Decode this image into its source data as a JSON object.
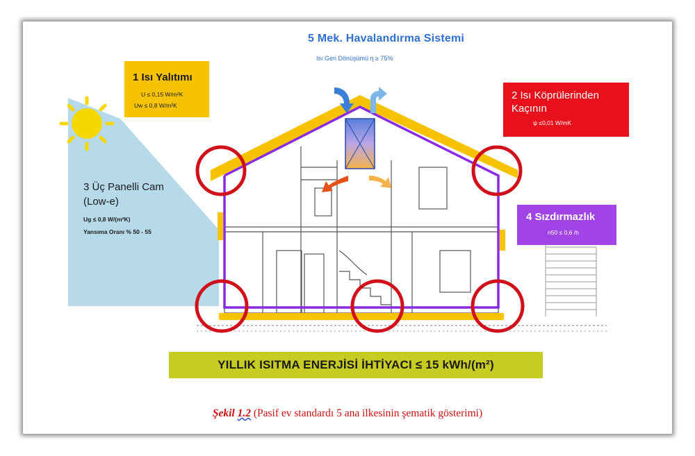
{
  "ventilation": {
    "title": "5 Mek. Havalandırma Sistemi",
    "subtitle": "Isı Geri Dönüşümü η ≥ 75%"
  },
  "insulation": {
    "title": "1 Isı Yalıtımı",
    "line1": "U  ≤ 0,15 W/m²K",
    "line2": "Uw ≤ 0,8 W/m²K"
  },
  "thermal_bridges": {
    "title": "2 Isı Köprülerinden Kaçının",
    "line1": "ψ ≤0,01 W/mK"
  },
  "glazing": {
    "title_line1": "3 Üç Panelli Cam",
    "title_line2": "(Low-e)",
    "line1": "Ug ≤ 0,8 W/(m²K)",
    "line2": "Yansıma Oranı % 50 - 55"
  },
  "airtightness": {
    "title": "4 Sızdırmazlık",
    "line1": "n50 ≤ 0,6 /h"
  },
  "energy_banner": "YILLIK ISITMA ENERJİSİ İHTİYACI ≤ 15 kWh/(m²)",
  "caption": {
    "figure_prefix": "Şekil ",
    "figure_number": "1.2",
    "text": " (Pasif ev standardı 5 ana ilkesinin şematik gösterimi)"
  },
  "colors": {
    "insulation": "#f7c200",
    "bridge": "#e8101a",
    "airtight_line": "#8a2be2",
    "seal_box": "#a144e6",
    "banner": "#c6cc22",
    "vent_text": "#2e6fd1",
    "sun": "#f5d800",
    "light_beam": "#a9d4e6",
    "ring": "#d0101a"
  }
}
